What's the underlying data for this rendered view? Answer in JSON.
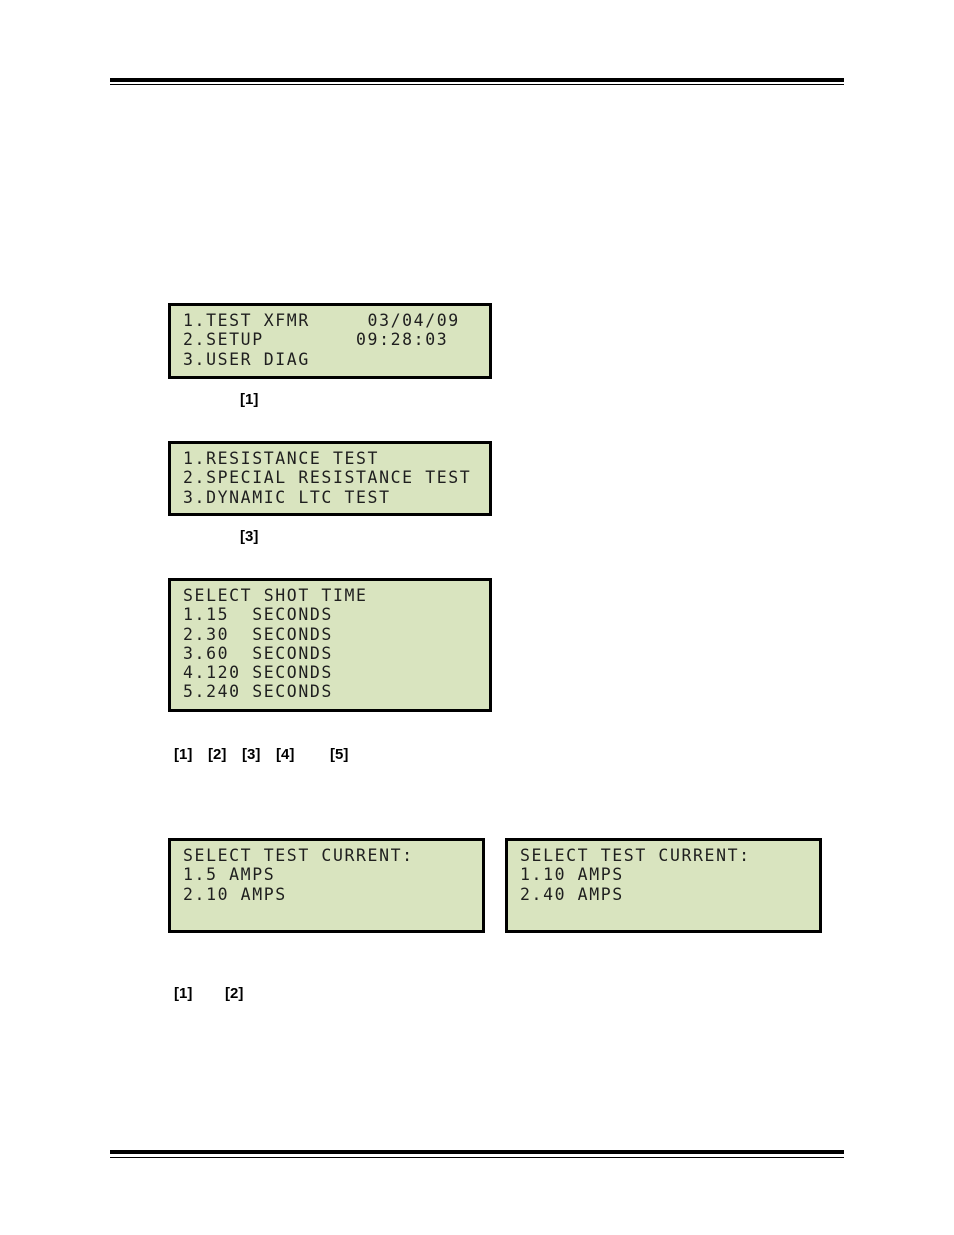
{
  "screen_main_menu": {
    "lines": [
      "1.TEST XFMR     03/04/09",
      "2.SETUP        09:28:03",
      "3.USER DIAG"
    ]
  },
  "key_press_1": "[1]",
  "screen_test_menu": {
    "lines": [
      "1.RESISTANCE TEST",
      "2.SPECIAL RESISTANCE TEST",
      "3.DYNAMIC LTC TEST"
    ]
  },
  "key_press_2": "[3]",
  "screen_shot_time": {
    "lines": [
      "SELECT SHOT TIME",
      "1.15  SECONDS",
      "2.30  SECONDS",
      "3.60  SECONDS",
      "4.120 SECONDS",
      "5.240 SECONDS"
    ]
  },
  "shot_time_keys": [
    "[1]",
    "[2]",
    "[3]",
    "[4]",
    "[5]"
  ],
  "screen_current_low": {
    "lines": [
      "SELECT TEST CURRENT:",
      "1.5 AMPS",
      "2.10 AMPS"
    ]
  },
  "screen_current_high": {
    "lines": [
      "SELECT TEST CURRENT:",
      "1.10 AMPS",
      "2.40 AMPS"
    ]
  },
  "current_keys": [
    "[1]",
    "[2]"
  ],
  "colors": {
    "lcd_background": "#d9e4bf",
    "lcd_border": "#000000",
    "lcd_text": "#1f1f1f"
  }
}
